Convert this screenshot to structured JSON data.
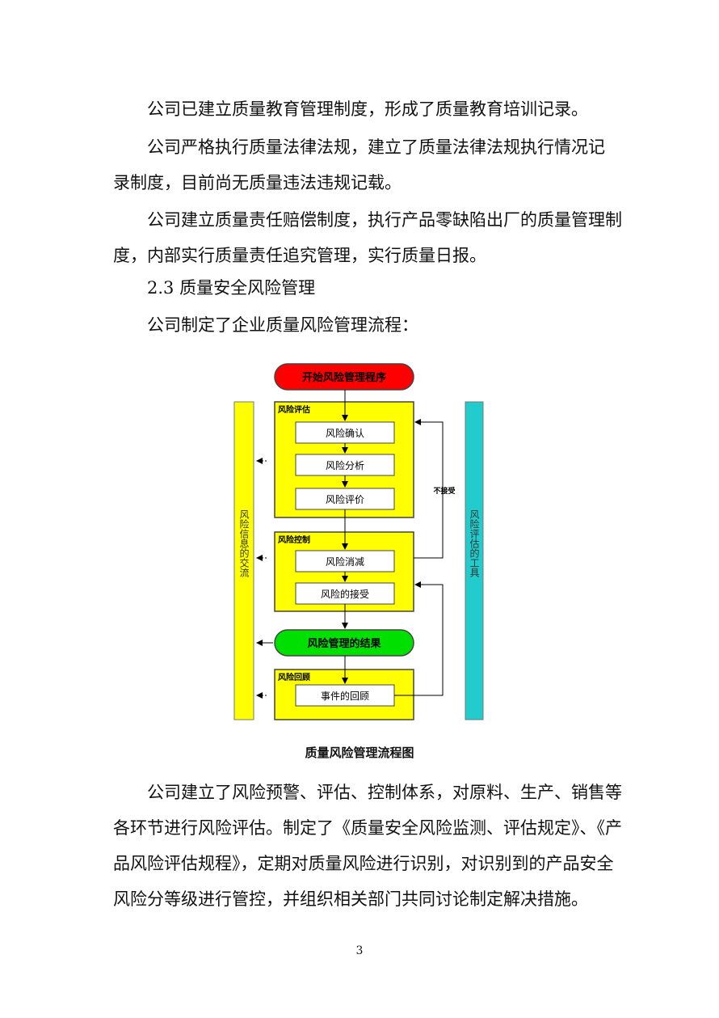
{
  "paragraphs": [
    {
      "lines": [
        "公司已建立质量教育管理制度，形成了质量教育培训记录。"
      ]
    },
    {
      "lines": [
        "公司严格执行质量法律法规，建立了质量法律法规执行情况记",
        "录制度，目前尚无质量违法违规记载。"
      ]
    },
    {
      "lines": [
        "公司建立质量责任赔偿制度，执行产品零缺陷出厂的质量管理制",
        "度，内部实行质量责任追究管理，实行质量日报。"
      ]
    }
  ],
  "section_heading": "2.3 质量安全风险管理",
  "intro": "公司制定了企业质量风险管理流程：",
  "flowchart": {
    "start": "开始风险管理程序",
    "groups": [
      {
        "title": "风险评估",
        "steps": [
          "风险确认",
          "风险分析",
          "风险评价"
        ]
      },
      {
        "title": "风险控制",
        "steps": [
          "风险消减",
          "风险的接受"
        ]
      },
      {
        "title": "风险回顾",
        "steps": [
          "事件的回顾"
        ]
      }
    ],
    "result": "风险管理的结果",
    "left_bar": "风险信息的交流",
    "right_bar": "风险评估的工具",
    "reject_label": "不接受",
    "colors": {
      "start": "#ff0000",
      "group": "#ffff00",
      "result": "#00e000",
      "left_bar": "#ffff00",
      "right_bar": "#22cccc"
    }
  },
  "caption": "质量风险管理流程图",
  "closing_paragraph": {
    "lines": [
      "公司建立了风险预警、评估、控制体系，对原料、生产、销售等",
      "各环节进行风险评估。制定了《质量安全风险监测、评估规定》、《产",
      "品风险评估规程》，定期对质量风险进行识别，对识别到的产品安全",
      "风险分等级进行管控，并组织相关部门共同讨论制定解决措施。"
    ]
  },
  "page_number": "3"
}
